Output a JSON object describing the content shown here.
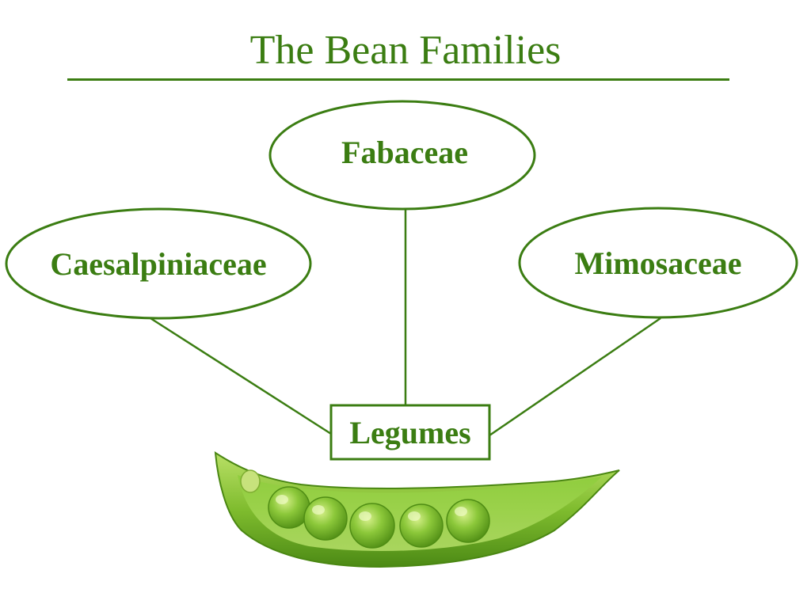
{
  "slide": {
    "title": "The Bean Families"
  },
  "diagram": {
    "root": {
      "label": "Legumes"
    },
    "families": [
      {
        "id": "fabaceae",
        "label": "Fabaceae"
      },
      {
        "id": "caesalpiniaceae",
        "label": "Caesalpiniaceae"
      },
      {
        "id": "mimosaceae",
        "label": "Mimosaceae"
      }
    ],
    "edges": [
      {
        "from": "legumes",
        "to": "fabaceae"
      },
      {
        "from": "legumes",
        "to": "caesalpiniaceae"
      },
      {
        "from": "legumes",
        "to": "mimosaceae"
      }
    ]
  },
  "illustration": {
    "subject": "open pea pod with five peas",
    "pea_count": 5
  },
  "colors": {
    "accent": "#3b7d12",
    "pod_light": "#9ed14a",
    "pod_dark": "#5e9a1f",
    "pea": "#8cc83a"
  }
}
